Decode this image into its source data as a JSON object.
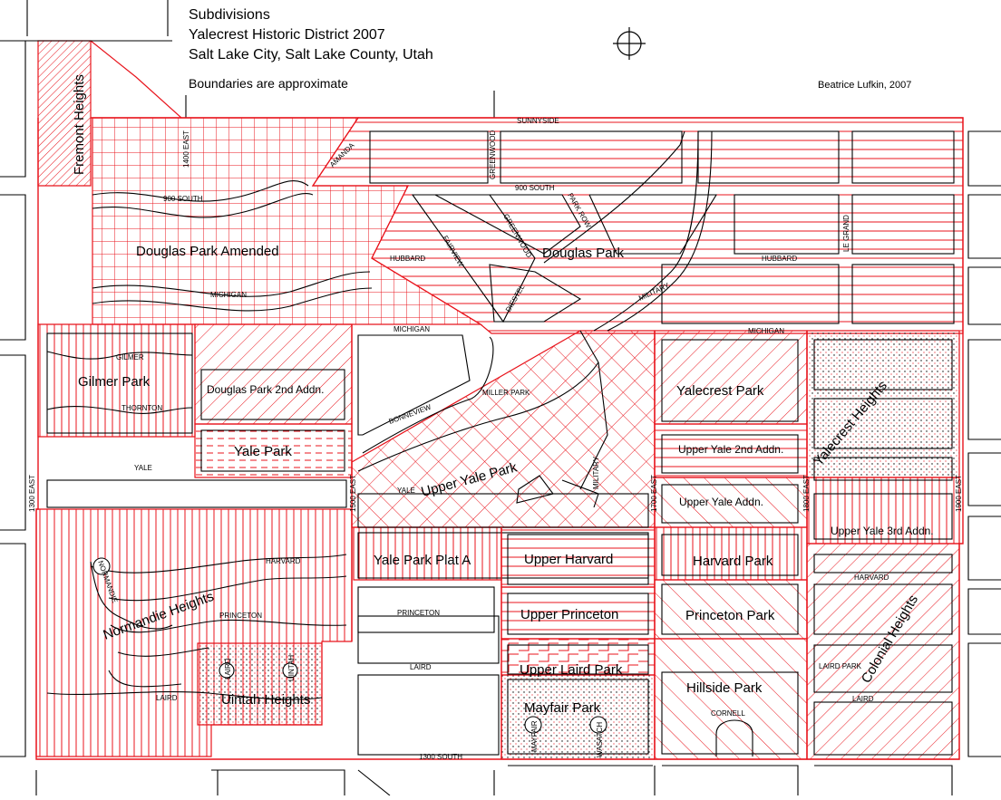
{
  "title": {
    "line1": "Subdivisions",
    "line2": "Yalecrest Historic District 2007",
    "line3": "Salt Lake City, Salt Lake County, Utah"
  },
  "note": "Boundaries are approximate",
  "credit": "Beatrice Lufkin, 2007",
  "colors": {
    "boundary": "#e8141c",
    "street": "#000000",
    "background": "#ffffff"
  },
  "icons": {
    "north": "compass-icon"
  },
  "streets": {
    "sunnyside": "SUNNYSIDE",
    "s900a": "900 SOUTH",
    "s900b": "900 SOUTH",
    "e1400": "1400 EAST",
    "amanda": "AMANDA",
    "greenwood1": "GREENWOOD",
    "greenwood2": "GREENWOOD",
    "parkrow": "PARK ROW",
    "legrand": "LE GRAND",
    "hubbard1": "HUBBARD",
    "hubbard2": "HUBBARD",
    "fairview": "FAIRVIEW",
    "diestel": "DIESTEL",
    "military1": "MILITARY",
    "military2": "MILITARY",
    "michigan1": "MICHIGAN",
    "michigan2": "MICHIGAN",
    "michigan3": "MICHIGAN",
    "gilmer": "GILMER",
    "thornton": "THORNTON",
    "bonneview": "BONNEVIEW",
    "millerpark": "MILLER PARK",
    "yale1": "YALE",
    "yale2": "YALE",
    "e1300": "1300 EAST",
    "e1500": "1500 EAST",
    "e1700": "1700 EAST",
    "e1800": "1800 EAST",
    "e1900": "1900 EAST",
    "normandie": "NORMANDIE",
    "harvard1": "HARVARD",
    "harvard2": "HARVARD",
    "princeton1": "PRINCETON",
    "princeton2": "PRINCETON",
    "laird1": "LAIRD",
    "laird2": "LAIRD",
    "laird3": "LAIRD",
    "laird4": "LAIRD",
    "uintah": "UINTAH",
    "mayfair": "MAYFAIR",
    "wasatch": "WASATCH",
    "cornell": "CORNELL",
    "s1300": "1300 SOUTH",
    "lairdpark": "LAIRD PARK"
  },
  "subdivisions": {
    "fremont": "Fremont Heights",
    "douglasAmended": "Douglas Park Amended",
    "douglasPark": "Douglas Park",
    "gilmer": "Gilmer Park",
    "douglas2nd": "Douglas Park 2nd Addn.",
    "yalePark": "Yale Park",
    "yalecrestPark": "Yalecrest Park",
    "yalecrestHeights": "Yalecrest Heights",
    "upperYalePark": "Upper Yale Park",
    "upperYale2nd": "Upper Yale 2nd Addn.",
    "upperYaleAddn": "Upper Yale Addn.",
    "upperYale3rd": "Upper Yale 3rd Addn.",
    "yaleParkPlatA": "Yale Park Plat A",
    "upperHarvard": "Upper Harvard",
    "harvardPark": "Harvard Park",
    "normandie": "Normandie Heights",
    "upperPrinceton": "Upper Princeton",
    "princetonPark": "Princeton Park",
    "upperLaird": "Upper Laird Park",
    "uintah": "Uintah Heights",
    "mayfair": "Mayfair Park",
    "hillside": "Hillside Park",
    "colonial": "Colonial Heights"
  }
}
